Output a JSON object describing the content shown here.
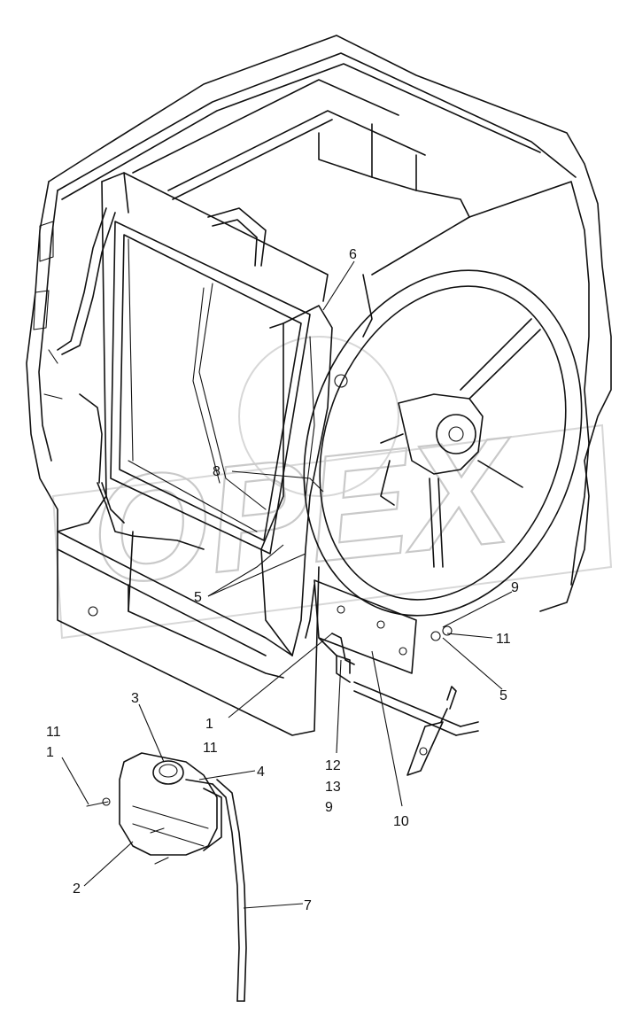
{
  "callouts": [
    {
      "id": "c6",
      "text": "6"
    },
    {
      "id": "c8",
      "text": "8"
    },
    {
      "id": "c5a",
      "text": "5"
    },
    {
      "id": "c9",
      "text": "9"
    },
    {
      "id": "c11a",
      "text": "11"
    },
    {
      "id": "c5b",
      "text": "5"
    },
    {
      "id": "c1a",
      "text": "1"
    },
    {
      "id": "c11b",
      "text": "11"
    },
    {
      "id": "c3",
      "text": "3"
    },
    {
      "id": "c11c",
      "text": "11"
    },
    {
      "id": "c1b",
      "text": "1"
    },
    {
      "id": "c4",
      "text": "4"
    },
    {
      "id": "c12",
      "text": "12"
    },
    {
      "id": "c13",
      "text": "13"
    },
    {
      "id": "c9b",
      "text": "9"
    },
    {
      "id": "c10",
      "text": "10"
    },
    {
      "id": "c2",
      "text": "2"
    },
    {
      "id": "c7",
      "text": "7"
    }
  ],
  "watermark": {
    "text": "OPEX"
  },
  "colors": {
    "line": "#111111",
    "background": "#ffffff",
    "watermark": "#c9c9c9"
  }
}
